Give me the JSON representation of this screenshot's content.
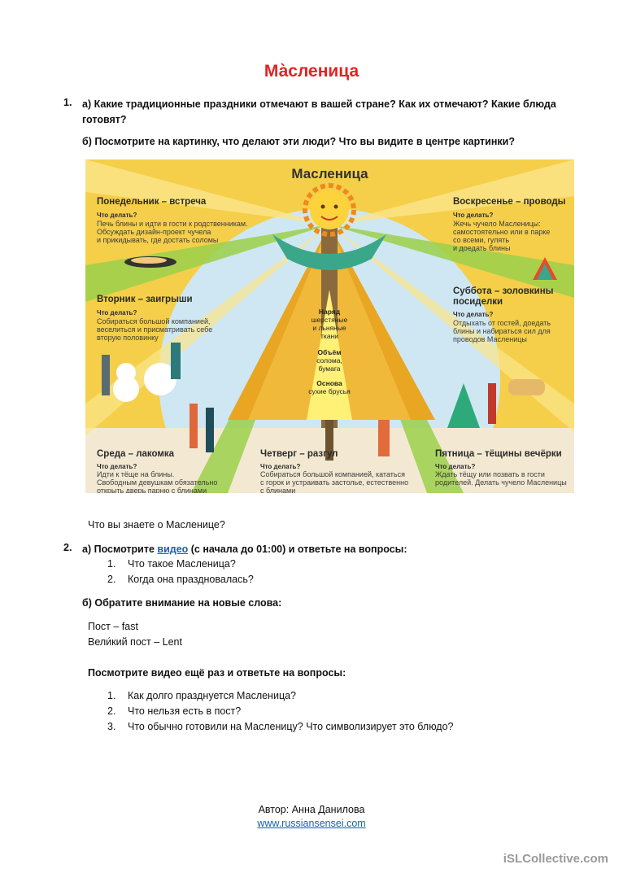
{
  "title": "Ма̀сленица",
  "section1": {
    "number": "1.",
    "q_a_line1": "а) Какие традиционные праздники отмечают в вашей стране? Как их отмечают? Какие блюда",
    "q_a_line2": "готовят?",
    "q_b": "б) Посмотрите на картинку, что делают эти люди? Что вы видите в центре картинки?"
  },
  "poster": {
    "title": "Масленица",
    "what_to_do": "Что делать?",
    "days": [
      {
        "name": "Понедельник – встреча",
        "lines": [
          "Печь блины и идти в гости к родственникам.",
          "Обсуждать дизайн-проект чучела",
          "и прикидывать, где достать соломы"
        ]
      },
      {
        "name": "Вторник – заигрыши",
        "lines": [
          "Собираться большой компанией,",
          "веселиться и присматривать себе",
          "вторую половинку"
        ]
      },
      {
        "name": "Среда – лакомка",
        "lines": [
          "Идти к тёще на блины.",
          "Свободным девушкам обязательно",
          "открыть дверь парню с блинами"
        ]
      },
      {
        "name": "Четверг – разгул",
        "lines": [
          "Собираться большой компанией, кататься",
          "с горок и устраивать застолье, естественно",
          "с блинами"
        ]
      },
      {
        "name": "Пятница – тёщины вечёрки",
        "lines": [
          "Ждать тёщу или позвать в гости",
          "родителей. Делать чучело Масленицы"
        ]
      },
      {
        "name_line1": "Суббота – золовкины",
        "name_line2": "посиделки",
        "lines": [
          "Отдыхать от гостей, доедать",
          "блины и набираться сил для",
          "проводов Масленицы"
        ]
      },
      {
        "name": "Воскресенье – проводы",
        "lines": [
          "Жечь чучело Масленицы:",
          "самостоятельно или в парке",
          "со всеми, гулять",
          "и доедать блины"
        ]
      }
    ],
    "effigy": [
      {
        "label": "Наряд",
        "desc": [
          "шерстяные",
          "и льняные",
          "ткани"
        ]
      },
      {
        "label": "Объём",
        "desc": [
          "солома,",
          "бумага"
        ]
      },
      {
        "label": "Основа",
        "desc": [
          "сухие брусья"
        ]
      }
    ]
  },
  "q_know": "Что вы знаете о Масленице?",
  "section2": {
    "number": "2.",
    "q_a_pre": "а) Посмотрите ",
    "q_a_link": "видео",
    "q_a_post": " (с начала до 01:00) и ответьте на вопросы:",
    "list_a": [
      {
        "n": "1.",
        "text": "Что такое Масленица?"
      },
      {
        "n": "2.",
        "text": "Когда она праздновалась?"
      }
    ],
    "q_b": "б) Обратите внимание на новые слова:",
    "vocab": [
      "Пост – fast",
      "Вели́кий пост – Lent"
    ],
    "q_c": "Посмотрите видео ещё раз и ответьте на вопросы:",
    "list_c": [
      {
        "n": "1.",
        "text": "Как долго празднуется Масленица?"
      },
      {
        "n": "2.",
        "text": "Что нельзя есть в пост?"
      },
      {
        "n": "3.",
        "text": "Что обычно готовили на Масленицу? Что символизирует это блюдо?"
      }
    ]
  },
  "footer": {
    "author": "Автор: Анна Данилова",
    "website": "www.russiansensei.com"
  },
  "watermark": "iSLCollective.com",
  "colors": {
    "title": "#e32222",
    "link": "#1a5fb4"
  }
}
